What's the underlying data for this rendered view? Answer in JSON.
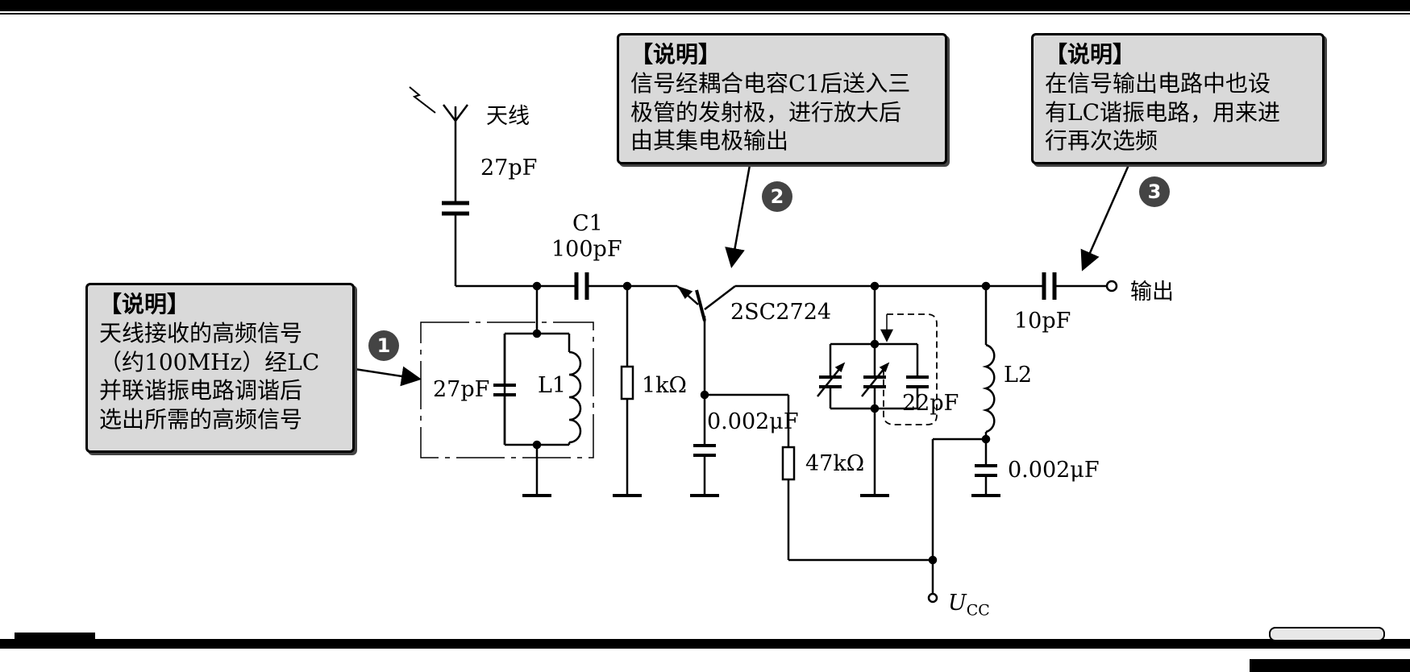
{
  "callouts": {
    "c1": {
      "title": "【说明】",
      "body": "天线接收的高频信号\n（约100MHz）经LC\n并联谐振电路调谐后\n选出所需的高频信号"
    },
    "c2": {
      "title": "【说明】",
      "body": "信号经耦合电容C1后送入三\n极管的发射极，进行放大后\n由其集电极输出"
    },
    "c3": {
      "title": "【说明】",
      "body": "在信号输出电路中也设\n有LC谐振电路，用来进\n行再次选频"
    }
  },
  "badges": {
    "b1": "1",
    "b2": "2",
    "b3": "3"
  },
  "labels": {
    "antenna": "天线",
    "cap_antenna": "27pF",
    "c1_name": "C1",
    "c1_value": "100pF",
    "cap_tank": "27pF",
    "l1": "L1",
    "r_1k": "1kΩ",
    "transistor": "2SC2724",
    "cap_base": "0.002μF",
    "r_47k": "47kΩ",
    "cap_22": "22pF",
    "l2": "L2",
    "cap_bypass": "0.002μF",
    "cap_out": "10pF",
    "output": "输出",
    "vcc_main": "U",
    "vcc_sub": "CC"
  }
}
